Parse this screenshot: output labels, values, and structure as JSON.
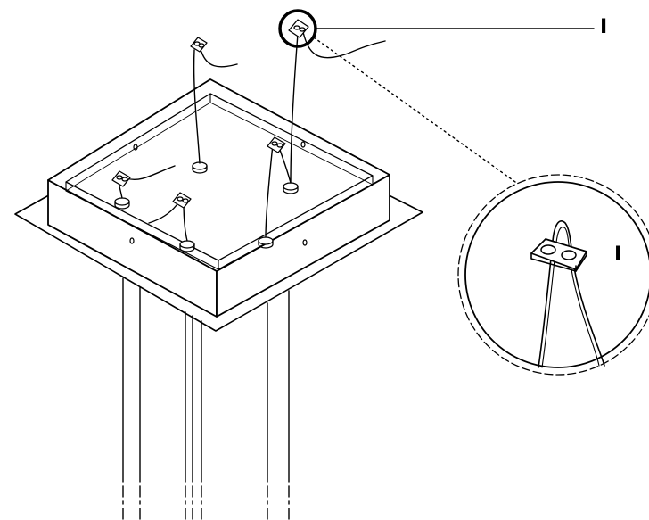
{
  "callouts": {
    "top_label": "I",
    "detail_label": "I"
  },
  "colors": {
    "stroke": "#000000",
    "background": "#ffffff",
    "washer_fill": "#ffffff"
  },
  "icons": [
    "ceiling-plate",
    "mounting-box",
    "suspension-cable",
    "cable-gripper",
    "gripper-detail-magnifier"
  ]
}
